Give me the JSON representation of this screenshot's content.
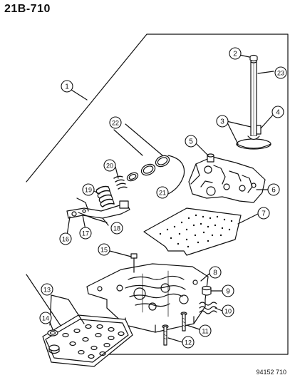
{
  "page_header": "21B-710",
  "figure_code": "94152 710",
  "callouts": [
    "1",
    "2",
    "3",
    "4",
    "5",
    "6",
    "7",
    "8",
    "9",
    "10",
    "11",
    "12",
    "13",
    "14",
    "15",
    "16",
    "17",
    "18",
    "19",
    "20",
    "21",
    "22",
    "23"
  ]
}
